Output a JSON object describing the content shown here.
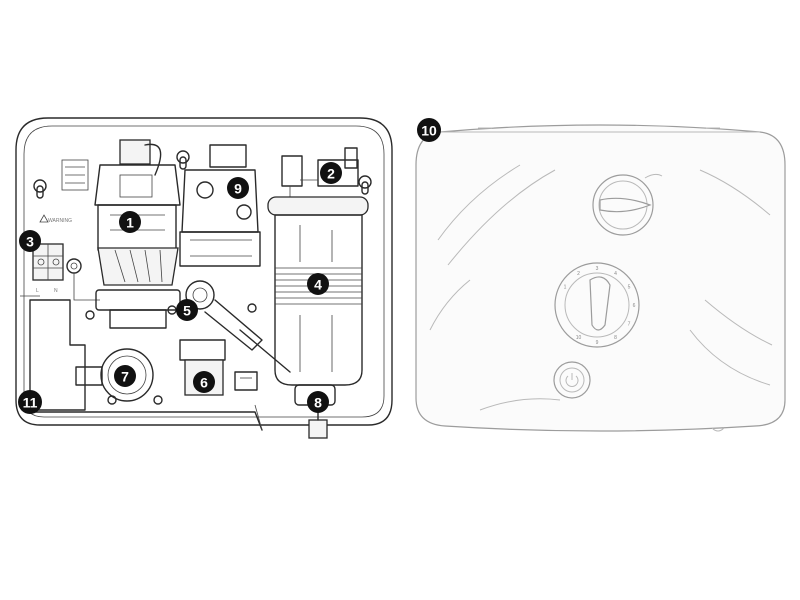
{
  "diagram": {
    "callouts": [
      {
        "id": "1",
        "label": "1"
      },
      {
        "id": "2",
        "label": "2"
      },
      {
        "id": "3",
        "label": "3"
      },
      {
        "id": "4",
        "label": "4"
      },
      {
        "id": "5",
        "label": "5"
      },
      {
        "id": "6",
        "label": "6"
      },
      {
        "id": "7",
        "label": "7"
      },
      {
        "id": "8",
        "label": "8"
      },
      {
        "id": "9",
        "label": "9"
      },
      {
        "id": "10",
        "label": "10"
      },
      {
        "id": "11",
        "label": "11"
      }
    ],
    "unit_text": {
      "warning": "WARNING",
      "live": "L",
      "neutral": "N"
    },
    "dial_numbers": [
      "1",
      "2",
      "3",
      "4",
      "5",
      "6",
      "7",
      "8",
      "9",
      "10"
    ]
  }
}
